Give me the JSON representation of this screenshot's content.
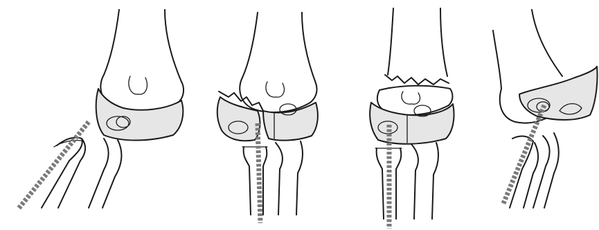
{
  "figure": {
    "panel_count": 4,
    "colors": {
      "background": "#ffffff",
      "ink": "#1a1a1a",
      "cartilage_fill": "#e6e6e6",
      "axis_line": "#7a7a7a"
    },
    "panels": [
      {
        "id": "panel-1",
        "axis_style": "dashed-thick"
      },
      {
        "id": "panel-2",
        "axis_style": "dashed-thick"
      },
      {
        "id": "panel-3",
        "axis_style": "dashed-thick"
      },
      {
        "id": "panel-4",
        "axis_style": "dashed-thick"
      }
    ]
  }
}
